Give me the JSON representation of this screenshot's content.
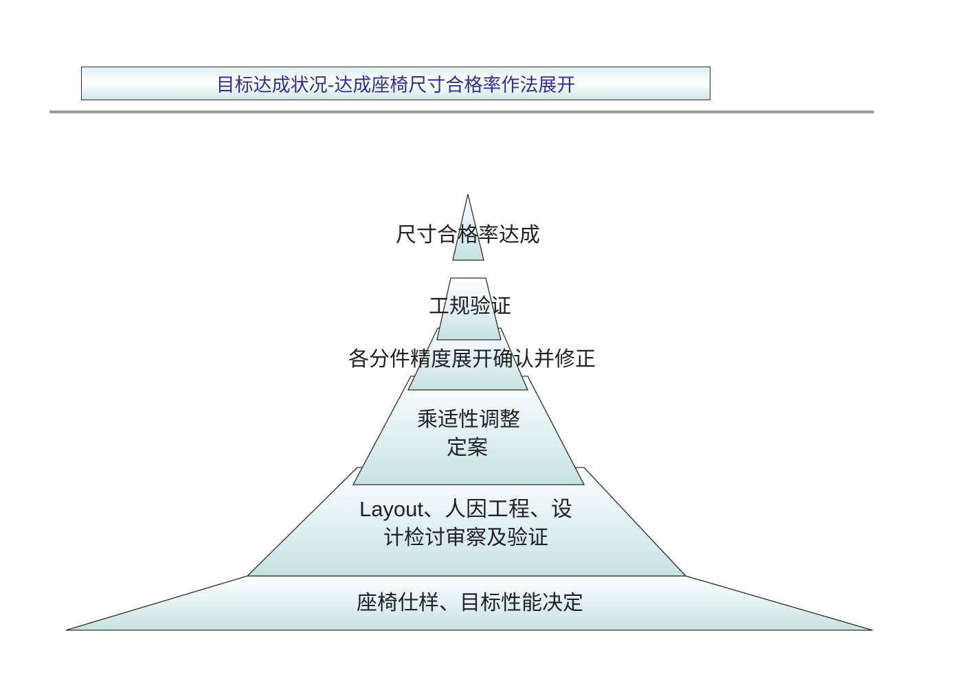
{
  "header": {
    "title": "目标达成状况-达成座椅尺寸合格率作法展开"
  },
  "pyramid": {
    "levels": [
      {
        "lines": [
          "尺寸合格率达成"
        ]
      },
      {
        "lines": [
          "工规验证"
        ]
      },
      {
        "lines": [
          "各分件精度展开确认并修正"
        ]
      },
      {
        "lines": [
          "乘适性调整",
          "定案"
        ]
      },
      {
        "lines": [
          "Layout、人因工程、设",
          "计检讨审察及验证"
        ]
      },
      {
        "lines": [
          "座椅仕样、目标性能决定"
        ]
      }
    ]
  },
  "colors": {
    "fill_light": "#ffffff",
    "fill_tint": "#c6e2e2",
    "stroke": "#2a2a2a",
    "title_text": "#2f2f9a",
    "divider": "#9a9a9a"
  }
}
